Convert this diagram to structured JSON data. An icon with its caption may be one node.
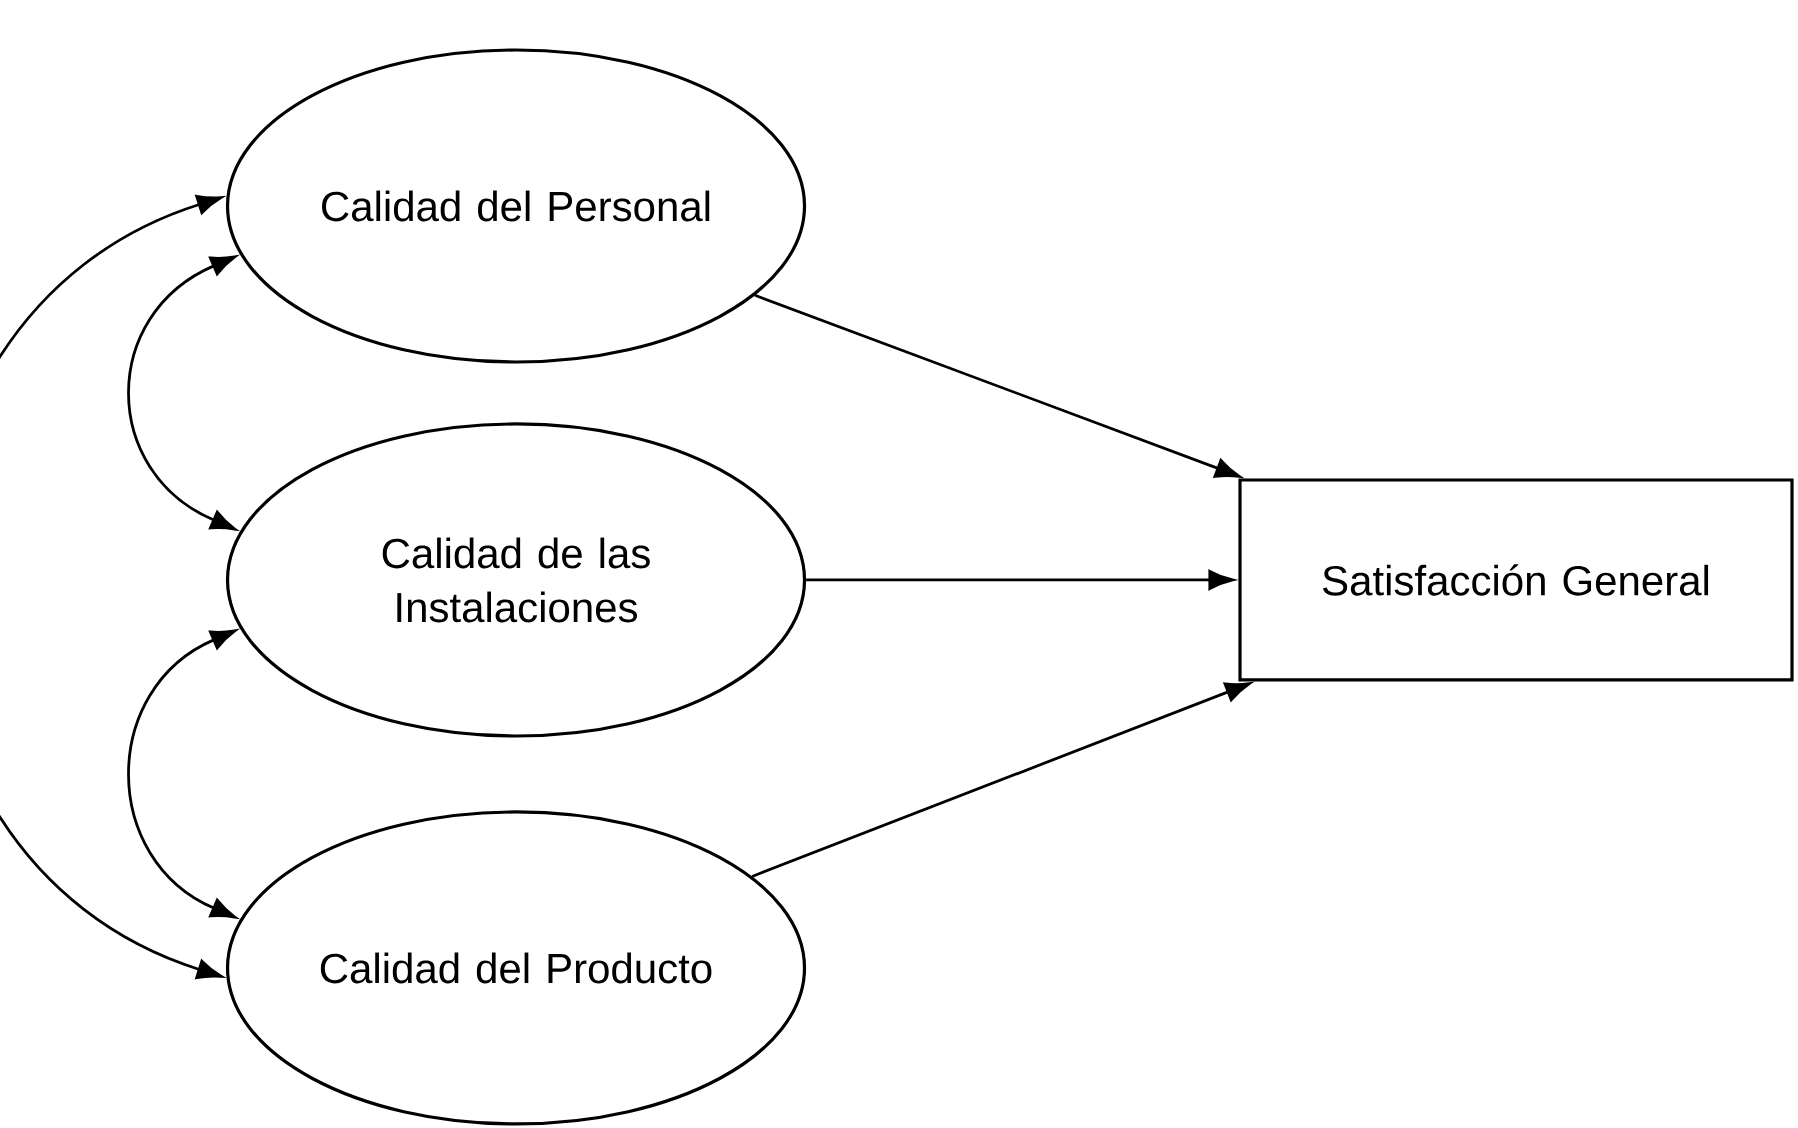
{
  "diagram": {
    "nodes": [
      {
        "text": [
          "Calidad del Personal"
        ]
      },
      {
        "text": [
          "Calidad de las Instalaciones"
        ]
      },
      {
        "text": [
          "Calidad del Producto"
        ]
      },
      {
        "text": [
          "Satisfacción General"
        ]
      }
    ],
    "edges": [
      {
        "from": 0,
        "to": 3,
        "arrow": "to"
      },
      {
        "from": 1,
        "to": 3,
        "arrow": "to"
      },
      {
        "from": 2,
        "to": 3,
        "arrow": "to"
      },
      {
        "from": 0,
        "to": 1,
        "arrow": "both"
      },
      {
        "from": 1,
        "to": 2,
        "arrow": "both"
      },
      {
        "from": 0,
        "to": 2,
        "arrow": "both"
      }
    ]
  }
}
